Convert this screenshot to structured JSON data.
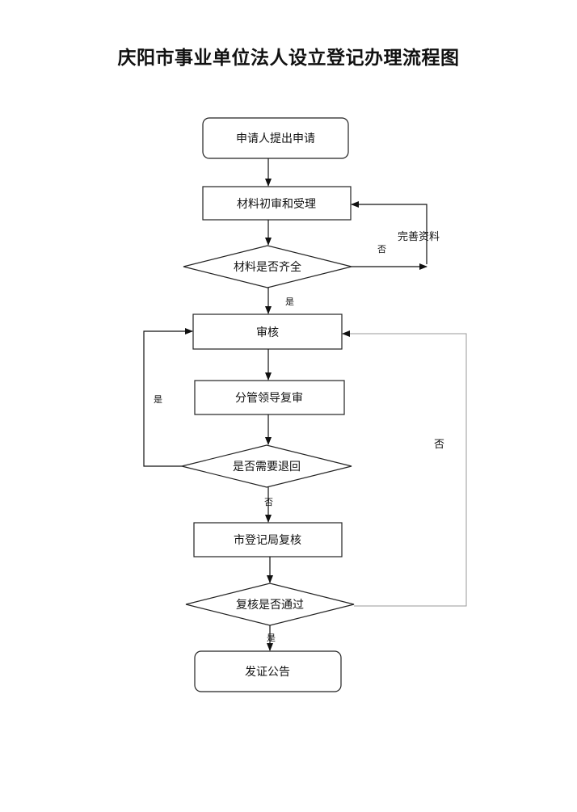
{
  "title": "庆阳市事业单位法人设立登记办理流程图",
  "nodes": {
    "apply": "申请人提出申请",
    "initial_review": "材料初审和受理",
    "materials_complete": "材料是否齐全",
    "supplement": "完善资料",
    "review": "审核",
    "leader_review": "分管领导复审",
    "need_return": "是否需要退回",
    "bureau_recheck": "市登记局复核",
    "recheck_pass": "复核是否通过",
    "certificate": "发证公告"
  },
  "edge_labels": {
    "materials_no": "否",
    "materials_yes": "是",
    "return_yes": "是",
    "return_no": "否",
    "pass_no": "否",
    "pass_yes": "是"
  }
}
